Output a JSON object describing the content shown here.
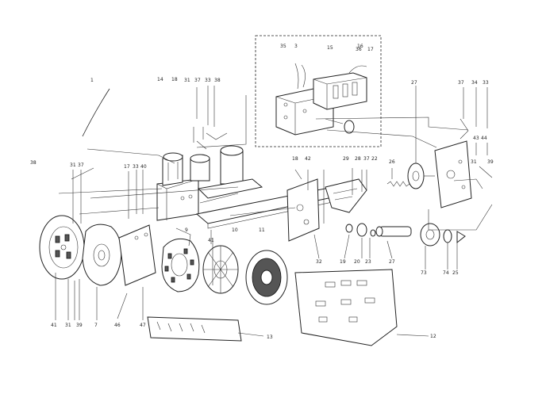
{
  "callouts": [
    {
      "id": "c1",
      "text": "1"
    },
    {
      "id": "c35",
      "text": "35"
    },
    {
      "id": "c3a",
      "text": "3"
    },
    {
      "id": "c15",
      "text": "15"
    },
    {
      "id": "c16",
      "text": "16"
    },
    {
      "id": "c36",
      "text": "36"
    },
    {
      "id": "c17a",
      "text": "17"
    },
    {
      "id": "c27a",
      "text": "27"
    },
    {
      "id": "c37a",
      "text": "37"
    },
    {
      "id": "c34a",
      "text": "34"
    },
    {
      "id": "c33a",
      "text": "33"
    },
    {
      "id": "c14",
      "text": "14"
    },
    {
      "id": "c18a",
      "text": "18"
    },
    {
      "id": "c31a",
      "text": "31"
    },
    {
      "id": "c37b",
      "text": "37"
    },
    {
      "id": "c33b",
      "text": "33"
    },
    {
      "id": "c38a",
      "text": "38"
    },
    {
      "id": "c43",
      "text": "43"
    },
    {
      "id": "c44",
      "text": "44"
    },
    {
      "id": "c38b",
      "text": "38"
    },
    {
      "id": "c31b",
      "text": "31"
    },
    {
      "id": "c37c",
      "text": "37"
    },
    {
      "id": "c17b",
      "text": "17"
    },
    {
      "id": "c33c",
      "text": "33"
    },
    {
      "id": "c40",
      "text": "40"
    },
    {
      "id": "c18b",
      "text": "18"
    },
    {
      "id": "c42",
      "text": "42"
    },
    {
      "id": "c29",
      "text": "29"
    },
    {
      "id": "c28",
      "text": "28"
    },
    {
      "id": "c37d",
      "text": "37"
    },
    {
      "id": "c22",
      "text": "22"
    },
    {
      "id": "c26",
      "text": "26"
    },
    {
      "id": "c31c",
      "text": "31"
    },
    {
      "id": "c39a",
      "text": "39"
    },
    {
      "id": "c9",
      "text": "9"
    },
    {
      "id": "c10",
      "text": "10"
    },
    {
      "id": "c11",
      "text": "11"
    },
    {
      "id": "c41a",
      "text": "41"
    },
    {
      "id": "c32",
      "text": "32"
    },
    {
      "id": "c19",
      "text": "19"
    },
    {
      "id": "c20",
      "text": "20"
    },
    {
      "id": "c23",
      "text": "23"
    },
    {
      "id": "c27b",
      "text": "27"
    },
    {
      "id": "c73",
      "text": "73"
    },
    {
      "id": "c74",
      "text": "74"
    },
    {
      "id": "c25",
      "text": "25"
    },
    {
      "id": "c12",
      "text": "12"
    },
    {
      "id": "c13",
      "text": "13"
    },
    {
      "id": "c41b",
      "text": "41"
    },
    {
      "id": "c31d",
      "text": "31"
    },
    {
      "id": "c39b",
      "text": "39"
    },
    {
      "id": "c7",
      "text": "7"
    },
    {
      "id": "c46",
      "text": "46"
    },
    {
      "id": "c47",
      "text": "47"
    }
  ]
}
